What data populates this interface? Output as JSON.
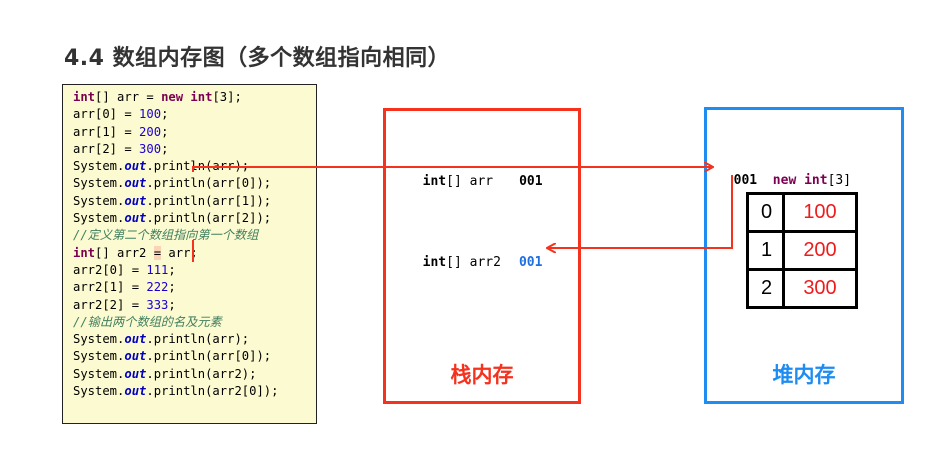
{
  "title": "4.4 数组内存图（多个数组指向相同）",
  "code": [
    [
      {
        "t": "int",
        "c": "kw"
      },
      {
        "t": "[] arr = "
      },
      {
        "t": "new",
        "c": "kw"
      },
      {
        "t": " "
      },
      {
        "t": "int",
        "c": "kw"
      },
      {
        "t": "[3];"
      }
    ],
    [
      {
        "t": "arr[0] = "
      },
      {
        "t": "100",
        "c": "num"
      },
      {
        "t": ";"
      }
    ],
    [
      {
        "t": "arr[1] = "
      },
      {
        "t": "200",
        "c": "num"
      },
      {
        "t": ";"
      }
    ],
    [
      {
        "t": "arr[2] = "
      },
      {
        "t": "300",
        "c": "num"
      },
      {
        "t": ";"
      }
    ],
    [
      {
        "t": "System."
      },
      {
        "t": "out",
        "c": "out"
      },
      {
        "t": ".println(arr);"
      }
    ],
    [
      {
        "t": "System."
      },
      {
        "t": "out",
        "c": "out"
      },
      {
        "t": ".println(arr[0]);"
      }
    ],
    [
      {
        "t": "System."
      },
      {
        "t": "out",
        "c": "out"
      },
      {
        "t": ".println(arr[1]);"
      }
    ],
    [
      {
        "t": "System."
      },
      {
        "t": "out",
        "c": "out"
      },
      {
        "t": ".println(arr[2]);"
      }
    ],
    [
      {
        "t": "//定义第二个数组指向第一个数组",
        "c": "cm"
      }
    ],
    [
      {
        "t": "int",
        "c": "kw"
      },
      {
        "t": "[] arr2 "
      },
      {
        "t": "=",
        "c": "hl"
      },
      {
        "t": " arr;"
      }
    ],
    [
      {
        "t": "arr2[0] = "
      },
      {
        "t": "111",
        "c": "num"
      },
      {
        "t": ";"
      }
    ],
    [
      {
        "t": "arr2[1] = "
      },
      {
        "t": "222",
        "c": "num"
      },
      {
        "t": ";"
      }
    ],
    [
      {
        "t": "arr2[2] = "
      },
      {
        "t": "333",
        "c": "num"
      },
      {
        "t": ";"
      }
    ],
    [
      {
        "t": "//输出两个数组的名及元素",
        "c": "cm"
      }
    ],
    [
      {
        "t": "System."
      },
      {
        "t": "out",
        "c": "out"
      },
      {
        "t": ".println(arr);"
      }
    ],
    [
      {
        "t": "System."
      },
      {
        "t": "out",
        "c": "out"
      },
      {
        "t": ".println(arr[0]);"
      }
    ],
    [
      {
        "t": "System."
      },
      {
        "t": "out",
        "c": "out"
      },
      {
        "t": ".println(arr2);"
      }
    ],
    [
      {
        "t": "System."
      },
      {
        "t": "out",
        "c": "out"
      },
      {
        "t": ".println(arr2[0]);"
      }
    ]
  ],
  "stack": {
    "label": "栈内存",
    "vars": [
      {
        "type": "int",
        "rest": "[] arr",
        "addr": "001"
      },
      {
        "type": "int",
        "rest": "[] arr2",
        "addr": "001"
      }
    ]
  },
  "heap": {
    "label": "堆内存",
    "addr": "001",
    "new_kw": "new",
    "type_kw": "int",
    "size_text": "[3]",
    "cells": [
      {
        "index": "0",
        "value": "100"
      },
      {
        "index": "1",
        "value": "200"
      },
      {
        "index": "2",
        "value": "300"
      }
    ]
  },
  "colors": {
    "stack_border": "#f4321e",
    "heap_border": "#1e8cf0",
    "arrow": "#f4321e",
    "code_bg": "#fcfad0"
  }
}
